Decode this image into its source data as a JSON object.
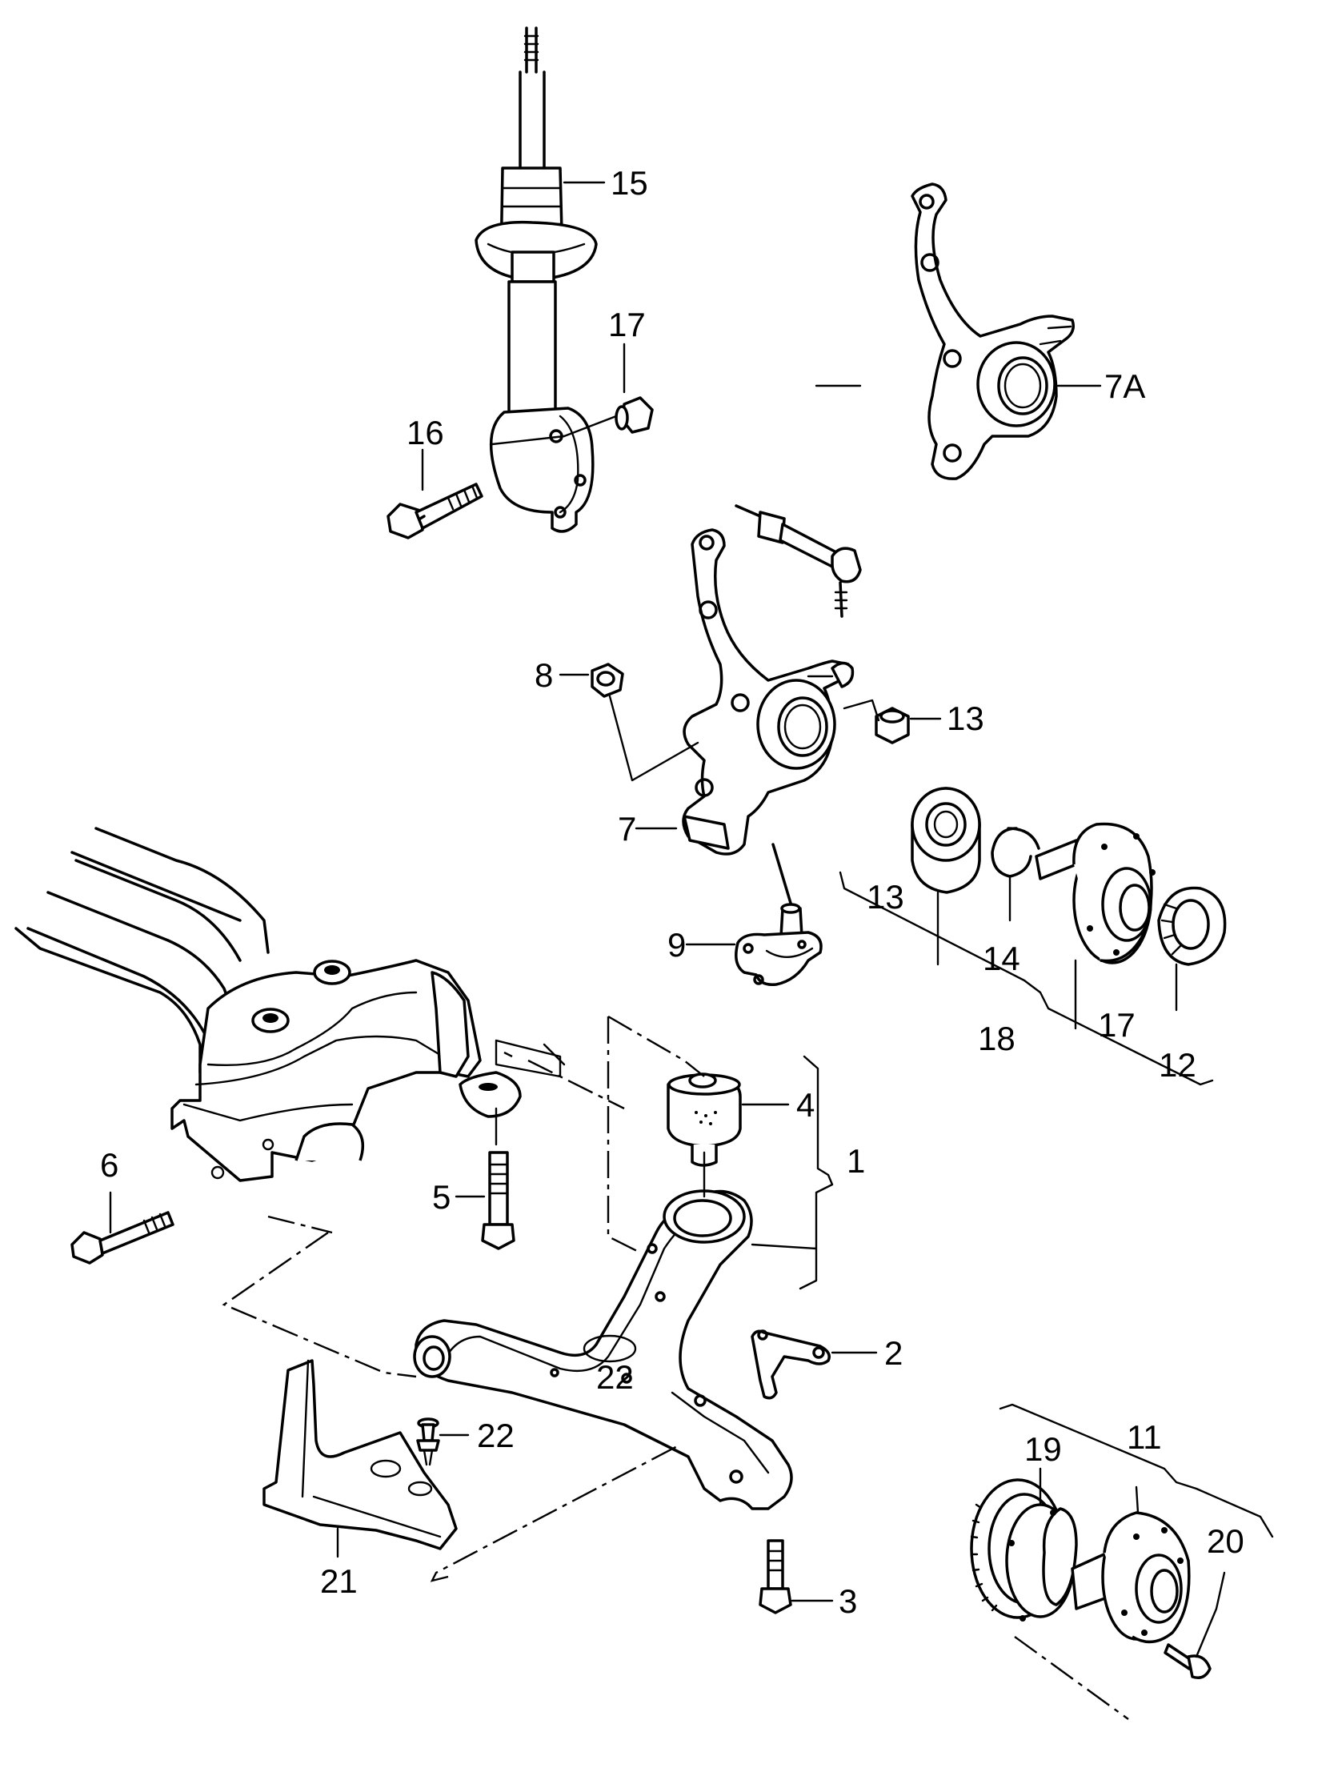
{
  "labels": {
    "l15": "15",
    "l17a": "17",
    "l16": "16",
    "l7a": "7A",
    "l8": "8",
    "l13a": "13",
    "l7": "7",
    "l13b": "13",
    "l14": "14",
    "l18": "18",
    "l17b": "17",
    "l12": "12",
    "l9": "9",
    "l4": "4",
    "l1": "1",
    "l6": "6",
    "l5": "5",
    "l2": "2",
    "l22a": "22",
    "l22b": "22",
    "l21": "21",
    "l3": "3",
    "l19": "19",
    "l11": "11",
    "l20": "20"
  }
}
